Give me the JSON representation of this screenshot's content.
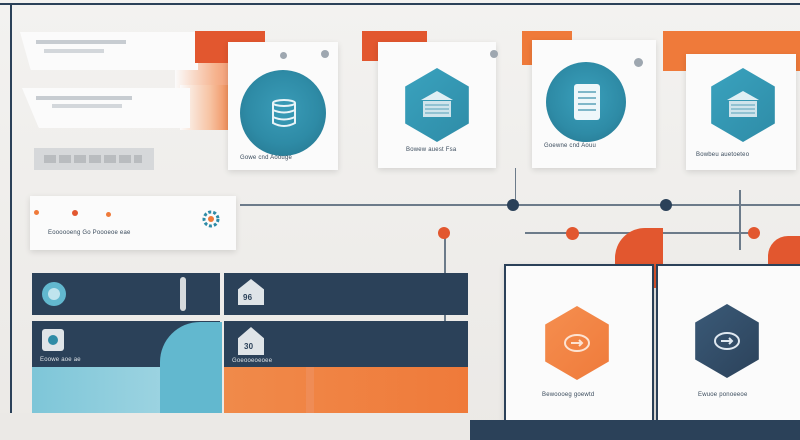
{
  "colors": {
    "navy": "#2b4159",
    "teal": "#2e8ba6",
    "teal_light": "#62b8cf",
    "orange": "#ef7a3a",
    "orange_red": "#e2572f",
    "card": "#fbfbfb",
    "bg": "#eeecea"
  },
  "cards": [
    {
      "icon": "database-icon",
      "label": "Gowe cnd Aoouge"
    },
    {
      "icon": "server-box-icon",
      "label": "Bowew auest Fsa"
    },
    {
      "icon": "database-icon",
      "label": "Goewne cnd Aouu"
    },
    {
      "icon": "server-box-icon",
      "label": "Bowbeu auetoeteo"
    }
  ],
  "info_box": {
    "label": "Eoooooeng  Go  Poooeoe  eae"
  },
  "bars": [
    {
      "icon": "disk-icon",
      "badge": "96"
    },
    {
      "icon": "disk-icon",
      "badge": "30",
      "caption": "Eoowe aoe ae",
      "caption2": "Goeooeoeoee"
    }
  ],
  "panels": [
    {
      "icon": "cloud-sync-icon",
      "label": "Bewoooeg goewtd"
    },
    {
      "icon": "cloud-sync-icon",
      "label": "Ewuoe ponoeeoe"
    }
  ]
}
